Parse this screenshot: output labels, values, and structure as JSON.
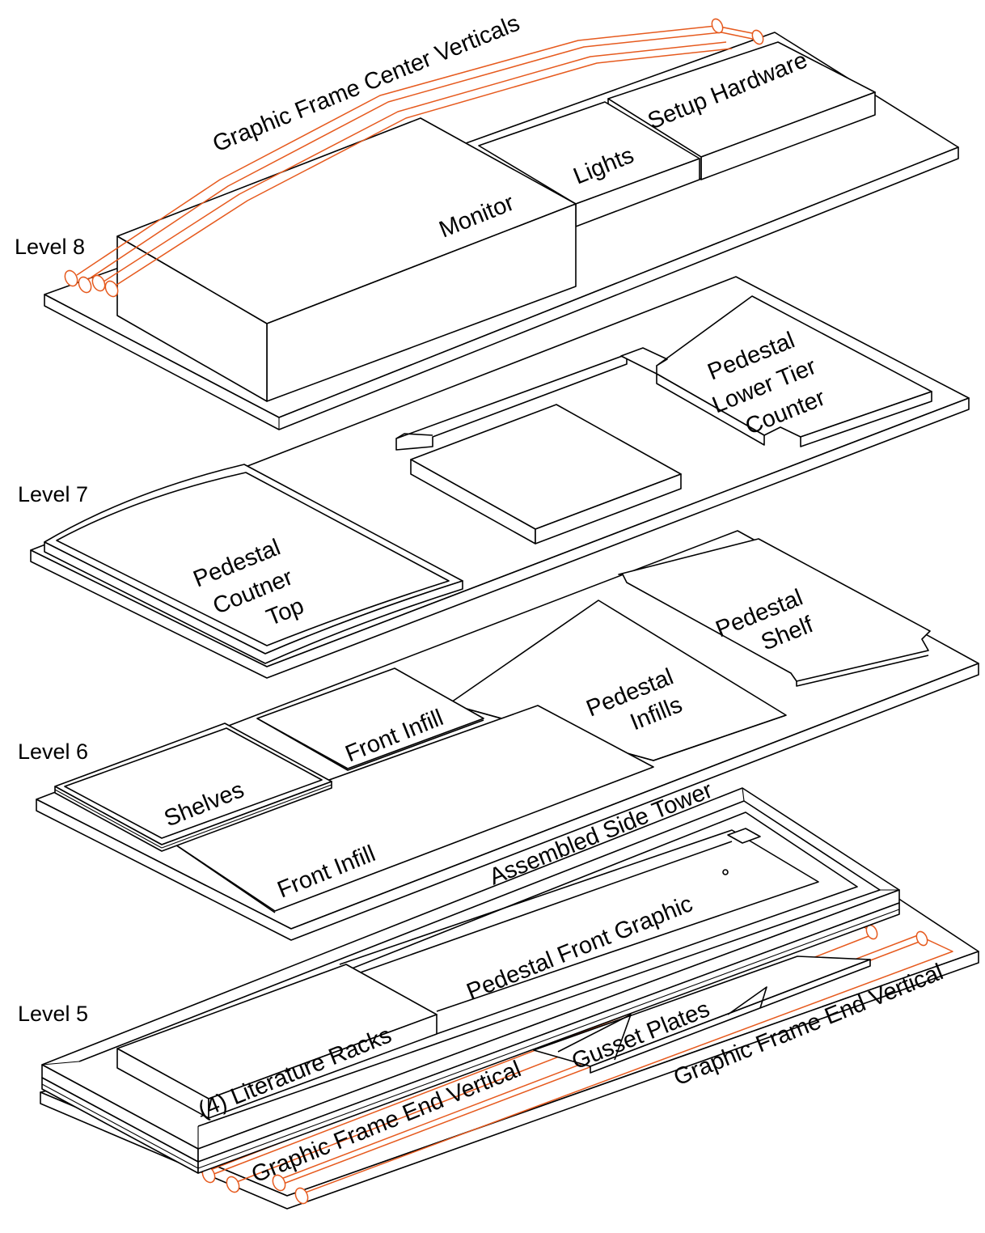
{
  "levels": {
    "level_8": "Level 8",
    "level_7": "Level 7",
    "level_6": "Level 6",
    "level_5": "Level 5"
  },
  "parts": {
    "graphic_frame_center_verticals": "Graphic Frame Center Verticals",
    "setup_hardware": "Setup Hardware",
    "lights": "Lights",
    "monitor": "Monitor",
    "pedestal_lower_tier_counter": [
      "Pedestal",
      "Lower Tier",
      "Counter"
    ],
    "pedestal_coutner_top": [
      "Pedestal",
      "Coutner",
      "Top"
    ],
    "pedestal_shelf": [
      "Pedestal",
      "Shelf"
    ],
    "pedestal_infills": [
      "Pedestal",
      "Infills"
    ],
    "front_infill_upper": "Front Infill",
    "front_infill_lower": "Front Infill",
    "shelves": "Shelves",
    "assembled_side_tower": "Assembled Side Tower",
    "pedestal_front_graphic": "Pedestal Front Graphic",
    "literature_racks": "(4) Literature Racks",
    "gusset_plates": "Gusset Plates",
    "graphic_frame_end_vertical_left": "Graphic Frame End Vertical",
    "graphic_frame_end_vertical_right": "Graphic Frame End Vertical"
  },
  "colors": {
    "line": "#000000",
    "frame_tube": "#e65a1e",
    "background": "#ffffff"
  }
}
